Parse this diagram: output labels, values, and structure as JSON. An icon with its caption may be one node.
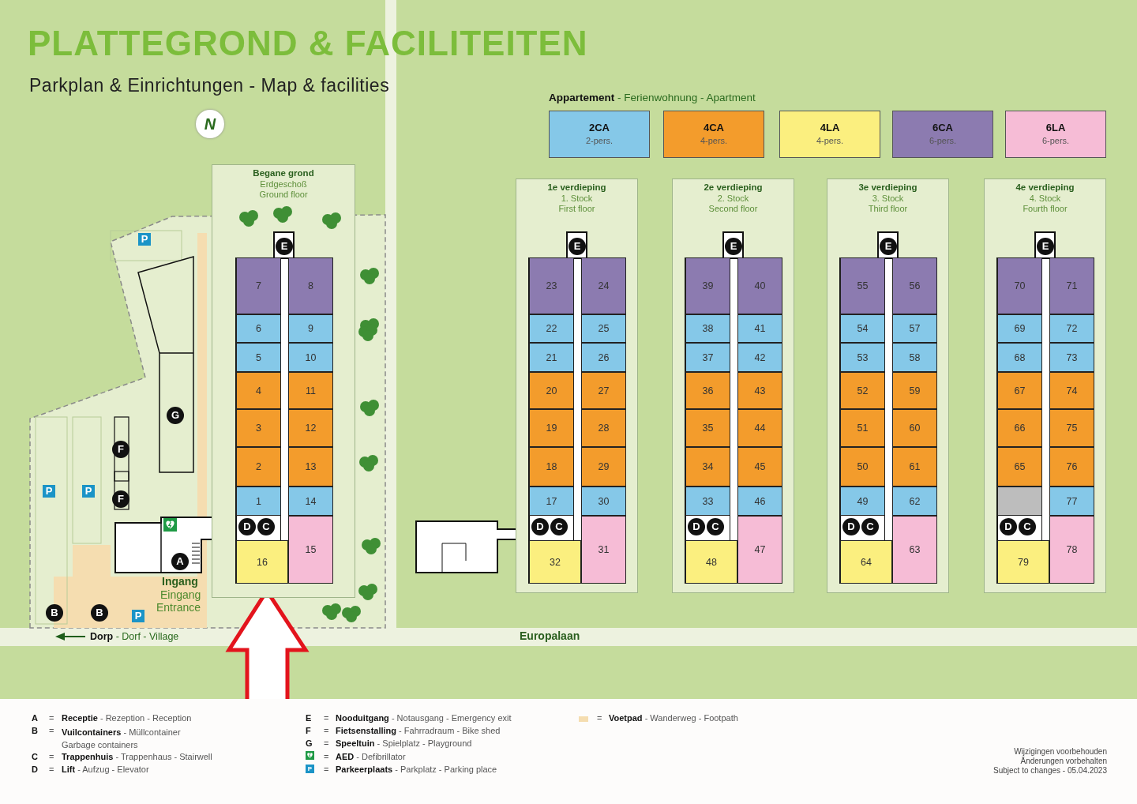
{
  "diagram": {
    "title": "PLATTEGROND & FACILITEITEN",
    "nodes": [
      {
        "text": [
          "2CA",
          "2-pers."
        ]
      },
      {
        "text": [
          "4CA",
          "4-pers."
        ]
      },
      {
        "text": [
          "4LA",
          "4-pers."
        ]
      },
      {
        "text": [
          "6CA",
          "6-pers."
        ]
      },
      {
        "text": [
          "6LA",
          "6-pers."
        ]
      },
      {
        "text": [
          "Begane grond",
          "Erdgeschoß",
          "Ground floor"
        ]
      },
      {
        "text": [
          "E"
        ],
        "in": 5
      },
      {
        "text": [
          "7"
        ],
        "in": 5
      },
      {
        "text": [
          "8"
        ],
        "in": 5
      },
      {
        "text": [
          "6"
        ],
        "in": 5
      },
      {
        "text": [
          "9"
        ],
        "in": 5
      },
      {
        "text": [
          "5"
        ],
        "in": 5
      },
      {
        "text": [
          "10"
        ],
        "in": 5
      },
      {
        "text": [
          "4"
        ],
        "in": 5
      },
      {
        "text": [
          "11"
        ],
        "in": 5
      },
      {
        "text": [
          "3"
        ],
        "in": 5
      },
      {
        "text": [
          "12"
        ],
        "in": 5
      },
      {
        "text": [
          "2"
        ],
        "in": 5
      },
      {
        "text": [
          "13"
        ],
        "in": 5
      },
      {
        "text": [
          "1"
        ],
        "in": 5
      },
      {
        "text": [
          "14"
        ],
        "in": 5
      },
      {
        "text": [
          "D"
        ],
        "in": 5
      },
      {
        "text": [
          "C"
        ],
        "in": 5
      },
      {
        "text": [
          "15"
        ],
        "in": 5
      },
      {
        "text": [
          "16"
        ],
        "in": 5
      },
      {
        "text": [
          "1e verdieping",
          "1. Stock",
          "First floor"
        ]
      },
      {
        "text": [
          "E"
        ],
        "in": 25
      },
      {
        "text": [
          "23"
        ],
        "in": 25
      },
      {
        "text": [
          "24"
        ],
        "in": 25
      },
      {
        "text": [
          "22"
        ],
        "in": 25
      },
      {
        "text": [
          "25"
        ],
        "in": 25
      },
      {
        "text": [
          "21"
        ],
        "in": 25
      },
      {
        "text": [
          "26"
        ],
        "in": 25
      },
      {
        "text": [
          "20"
        ],
        "in": 25
      },
      {
        "text": [
          "27"
        ],
        "in": 25
      },
      {
        "text": [
          "19"
        ],
        "in": 25
      },
      {
        "text": [
          "28"
        ],
        "in": 25
      },
      {
        "text": [
          "18"
        ],
        "in": 25
      },
      {
        "text": [
          "29"
        ],
        "in": 25
      },
      {
        "text": [
          "17"
        ],
        "in": 25
      },
      {
        "text": [
          "30"
        ],
        "in": 25
      },
      {
        "text": [
          "D"
        ],
        "in": 25
      },
      {
        "text": [
          "C"
        ],
        "in": 25
      },
      {
        "text": [
          "31"
        ],
        "in": 25
      },
      {
        "text": [
          "32"
        ],
        "in": 25
      },
      {
        "text": [
          "2e verdieping",
          "2. Stock",
          "Second floor"
        ]
      },
      {
        "text": [
          "E"
        ],
        "in": 45
      },
      {
        "text": [
          "39"
        ],
        "in": 45
      },
      {
        "text": [
          "40"
        ],
        "in": 45
      },
      {
        "text": [
          "38"
        ],
        "in": 45
      },
      {
        "text": [
          "41"
        ],
        "in": 45
      },
      {
        "text": [
          "37"
        ],
        "in": 45
      },
      {
        "text": [
          "42"
        ],
        "in": 45
      },
      {
        "text": [
          "36"
        ],
        "in": 45
      },
      {
        "text": [
          "43"
        ],
        "in": 45
      },
      {
        "text": [
          "35"
        ],
        "in": 45
      },
      {
        "text": [
          "44"
        ],
        "in": 45
      },
      {
        "text": [
          "34"
        ],
        "in": 45
      },
      {
        "text": [
          "45"
        ],
        "in": 45
      },
      {
        "text": [
          "33"
        ],
        "in": 45
      },
      {
        "text": [
          "46"
        ],
        "in": 45
      },
      {
        "text": [
          "D"
        ],
        "in": 45
      },
      {
        "text": [
          "C"
        ],
        "in": 45
      },
      {
        "text": [
          "47"
        ],
        "in": 45
      },
      {
        "text": [
          "48"
        ],
        "in": 45
      },
      {
        "text": [
          "3e verdieping",
          "3. Stock",
          "Third floor"
        ]
      },
      {
        "text": [
          "E"
        ],
        "in": 65
      },
      {
        "text": [
          "55"
        ],
        "in": 65
      },
      {
        "text": [
          "56"
        ],
        "in": 65
      },
      {
        "text": [
          "54"
        ],
        "in": 65
      },
      {
        "text": [
          "57"
        ],
        "in": 65
      },
      {
        "text": [
          "53"
        ],
        "in": 65
      },
      {
        "text": [
          "58"
        ],
        "in": 65
      },
      {
        "text": [
          "52"
        ],
        "in": 65
      },
      {
        "text": [
          "59"
        ],
        "in": 65
      },
      {
        "text": [
          "51"
        ],
        "in": 65
      },
      {
        "text": [
          "60"
        ],
        "in": 65
      },
      {
        "text": [
          "50"
        ],
        "in": 65
      },
      {
        "text": [
          "61"
        ],
        "in": 65
      },
      {
        "text": [
          "49"
        ],
        "in": 65
      },
      {
        "text": [
          "62"
        ],
        "in": 65
      },
      {
        "text": [
          "D"
        ],
        "in": 65
      },
      {
        "text": [
          "C"
        ],
        "in": 65
      },
      {
        "text": [
          "63"
        ],
        "in": 65
      },
      {
        "text": [
          "64"
        ],
        "in": 65
      },
      {
        "text": [
          "4e verdieping",
          "4. Stock",
          "Fourth floor"
        ]
      },
      {
        "text": [
          "E"
        ],
        "in": 85
      },
      {
        "text": [
          "70"
        ],
        "in": 85
      },
      {
        "text": [
          "71"
        ],
        "in": 85
      },
      {
        "text": [
          "69"
        ],
        "in": 85
      },
      {
        "text": [
          "72"
        ],
        "in": 85
      },
      {
        "text": [
          "68"
        ],
        "in": 85
      },
      {
        "text": [
          "73"
        ],
        "in": 85
      },
      {
        "text": [
          "67"
        ],
        "in": 85
      },
      {
        "text": [
          "74"
        ],
        "in": 85
      },
      {
        "text": [
          "66"
        ],
        "in": 85
      },
      {
        "text": [
          "75"
        ],
        "in": 85
      },
      {
        "text": [
          "65"
        ],
        "in": 85
      },
      {
        "text": [
          "76"
        ],
        "in": 85
      },
      {
        "text": [],
        "shape": "box",
        "in": 85
      },
      {
        "text": [
          "77"
        ],
        "in": 85
      },
      {
        "text": [
          "D"
        ],
        "in": 85
      },
      {
        "text": [
          "C"
        ],
        "in": 85
      },
      {
        "text": [
          "78"
        ],
        "in": 85
      },
      {
        "text": [
          "79"
        ],
        "in": 85
      },
      {
        "text": [
          "G"
        ]
      },
      {
        "text": [
          "F"
        ]
      },
      {
        "text": [
          "F"
        ]
      },
      {
        "text": [
          "A"
        ]
      },
      {
        "text": [
          "B"
        ]
      },
      {
        "text": [
          "B"
        ]
      }
    ],
    "labels": [
      "Parkplan & Einrichtungen - Map & facilities",
      "N",
      "**Appartement** - Ferienwohnung - Apartment",
      "P",
      "P",
      "P",
      "Ingang",
      "Eingang",
      "Entrance",
      "P",
      "**Dorp** - Dorf - Village",
      "Europalaan",
      "A",
      "=",
      "**Receptie** - Rezeption - Reception",
      "E",
      "=",
      "**Nooduitgang** - Notausgang - Emergency exit",
      "B",
      "=",
      "**Vuilcontainers** - Müllcontainer Garbage containers",
      "F",
      "=",
      "**Fietsenstalling** - Fahrradraum - Bike shed",
      "G",
      "=",
      "**Speeltuin** - Spielplatz - Playground",
      "C",
      "=",
      "**Trappenhuis** - Trappenhaus - Stairwell",
      "=",
      "**AED** - Defibrillator",
      "D",
      "=",
      "**Lift** - Aufzug - Elevator",
      "P",
      "=",
      "**Parkeerplaats** - Parkplatz - Parking place",
      "=",
      "Wijzigingen voorbehouden",
      "Änderungen vorbehalten",
      "Subject to changes - 05.04.2023"
    ],
    "legend": [
      {
        "text": "**Voetpad** - Wanderweg - Footpath",
        "color": "#f5ddb0"
      }
    ]
  }
}
